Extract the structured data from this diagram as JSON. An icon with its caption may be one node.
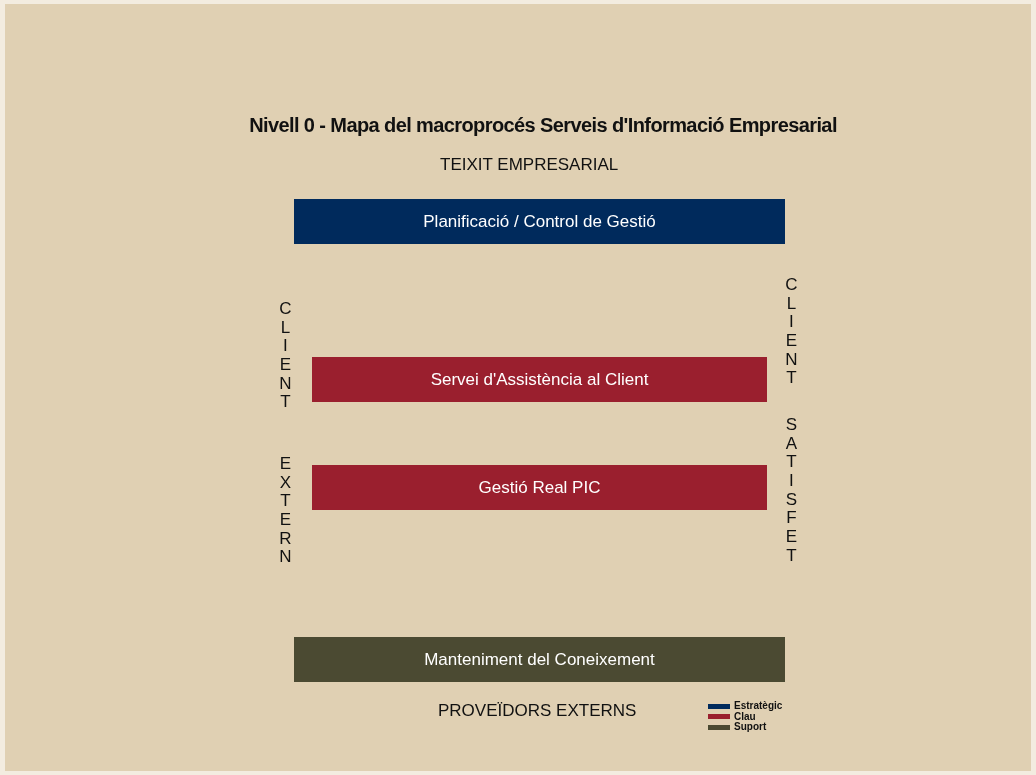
{
  "diagram": {
    "title": "Nivell 0 - Mapa del macroprocés Serveis d'Informació Empresarial",
    "nodes": [
      {
        "text": [
          "Planificació / Control de Gestió"
        ]
      },
      {
        "text": [
          "Servei d'Assistència al Client"
        ]
      },
      {
        "text": [
          "Gestió Real PIC"
        ]
      },
      {
        "text": [
          "Manteniment del Coneixement"
        ]
      }
    ],
    "labels": [
      "TEIXIT EMPRESARIAL",
      "CLIENT",
      "EXTERN",
      "CLIENT",
      "SATISFET",
      "PROVEÏDORS EXTERNS"
    ],
    "legend": [
      {
        "text": "Estratègic",
        "color": "#002a5c"
      },
      {
        "text": "Clau",
        "color": "#9a1f2e"
      },
      {
        "text": "Suport",
        "color": "#4b4a32"
      }
    ]
  }
}
